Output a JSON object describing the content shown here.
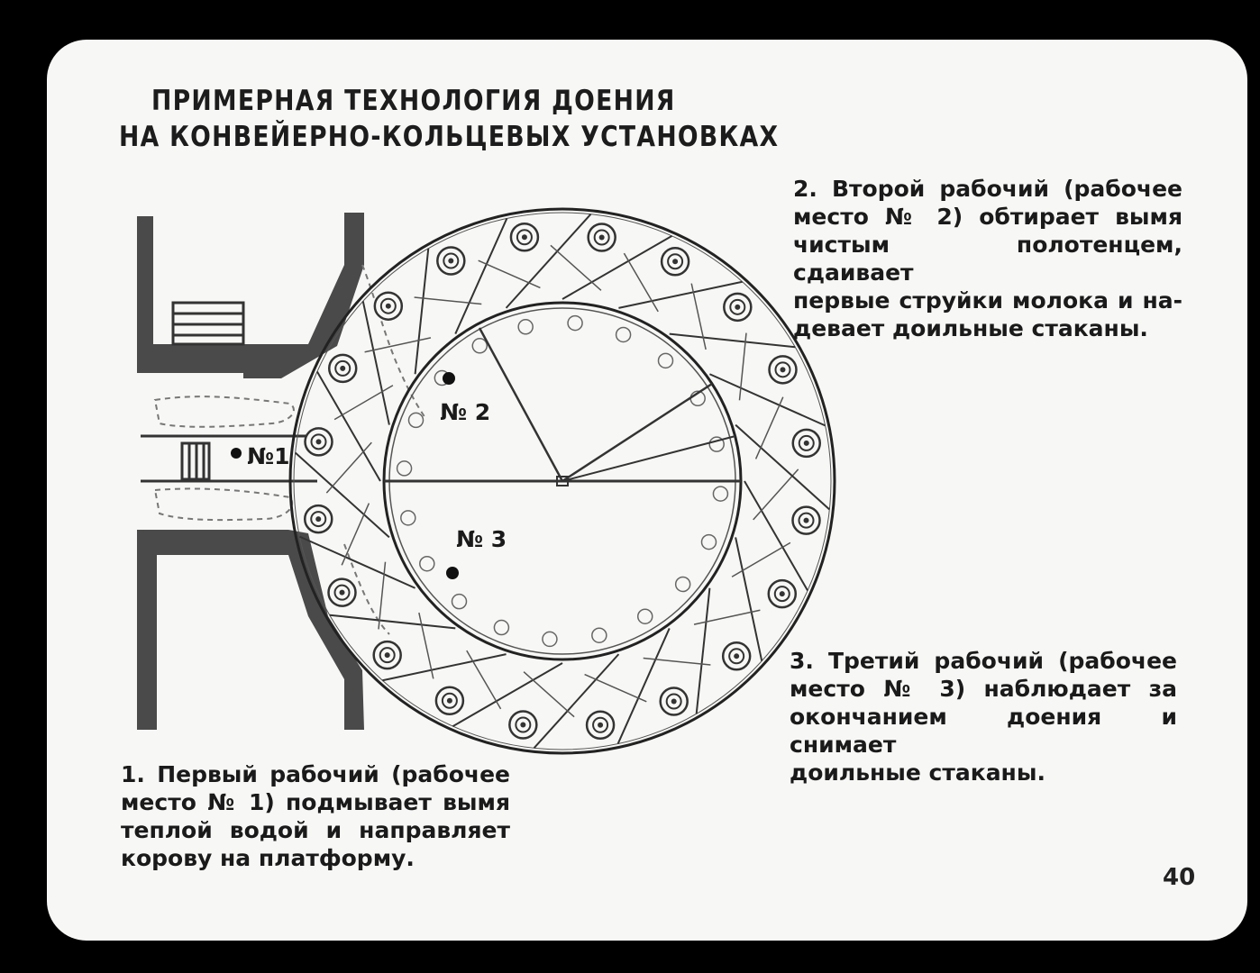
{
  "title": {
    "line1": "ПРИМЕРНАЯ ТЕХНОЛОГИЯ ДОЕНИЯ",
    "line2": "НА КОНВЕЙЕРНО-КОЛЬЦЕВЫХ УСТАНОВКАХ"
  },
  "step2": {
    "lines": [
      "2. Второй рабочий (рабочее",
      "место № 2) обтирает вымя",
      "чистым полотенцем, сдаивает",
      "первые струйки молока и на-",
      "девает доильные стаканы."
    ]
  },
  "step3": {
    "lines": [
      "3. Третий рабочий (рабочее",
      "место № 3) наблюдает за",
      "окончанием доения и снимает",
      "доильные стаканы."
    ]
  },
  "step1": {
    "lines": [
      "1. Первый рабочий (рабочее",
      "место № 1) подмывает вымя",
      "теплой водой и направляет",
      "корову на платформу."
    ]
  },
  "diagram": {
    "label_no1": "№1",
    "label_no2": "№ 2",
    "label_no3": "№ 3"
  },
  "page_number": "40"
}
